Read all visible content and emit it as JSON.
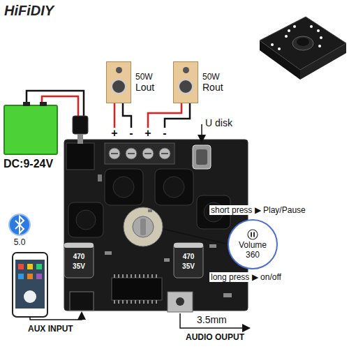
{
  "diagram": {
    "nodes": [
      {
        "text": [
          "DC:9-24V"
        ]
      },
      {
        "text": [
          "50W",
          "Lout"
        ]
      },
      {
        "text": [
          "50W",
          "Rout"
        ]
      },
      {
        "text": [
          "+"
        ]
      },
      {
        "text": [
          "-"
        ]
      },
      {
        "text": [
          "+"
        ]
      },
      {
        "text": [
          "-"
        ]
      },
      {
        "text": [
          "Volume",
          "360"
        ]
      }
    ],
    "edges": [
      {
        "from": 1,
        "to": 3,
        "arrow": "none"
      },
      {
        "from": 1,
        "to": 4,
        "arrow": "none"
      },
      {
        "from": 2,
        "to": 5,
        "arrow": "none"
      },
      {
        "from": 2,
        "to": 6,
        "arrow": "none"
      }
    ],
    "labels": [
      "HiFiDIY",
      "U disk",
      "short press ▶ Play/Pause",
      "long press ▶ on/off",
      "5.0",
      "470",
      "35V",
      "470",
      "35V",
      "AUX INPUT",
      "3.5mm",
      "AUDIO OUPUT"
    ]
  }
}
